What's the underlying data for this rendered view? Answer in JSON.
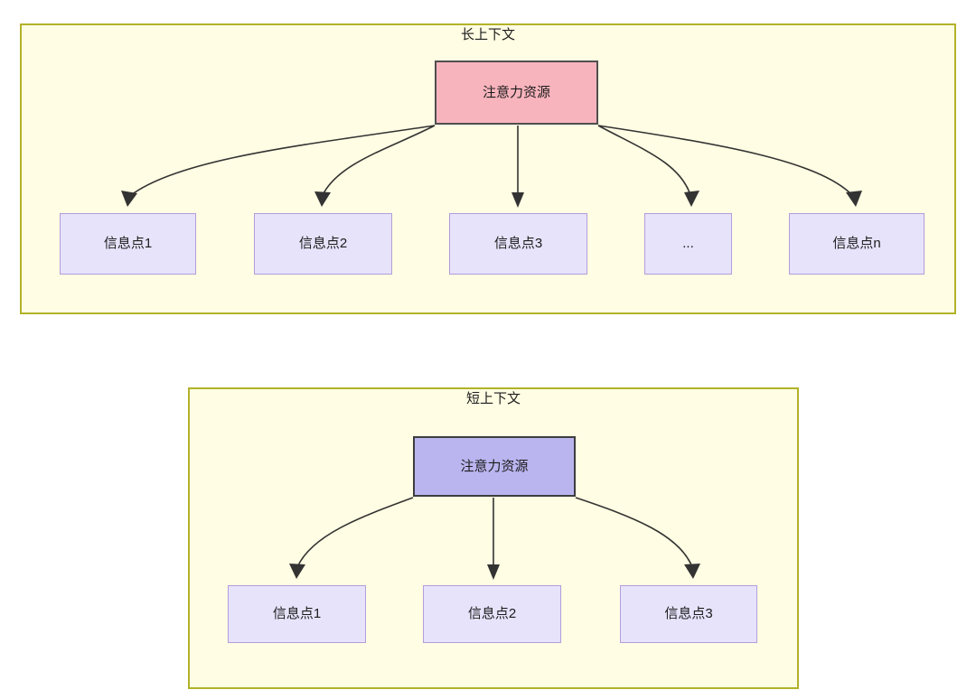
{
  "diagram": {
    "type": "flowchart",
    "background": "#ffffff",
    "palette": {
      "group_fill": "#fffde3",
      "group_border": "#b2b22a",
      "attention_long_fill": "#f8b4bd",
      "attention_long_border": "#4f4f4f",
      "attention_short_fill": "#bab5ef",
      "attention_short_border": "#3d3d3d",
      "info_fill": "#e7e3fb",
      "info_border": "#b39ddb",
      "edge_stroke": "#333333",
      "text_color": "#1c1c1c"
    },
    "groups": [
      {
        "id": "long-context",
        "title": "长上下文",
        "root": {
          "id": "attention-long",
          "label": "注意力资源"
        },
        "leaves": [
          {
            "id": "info-long-1",
            "label": "信息点1"
          },
          {
            "id": "info-long-2",
            "label": "信息点2"
          },
          {
            "id": "info-long-3",
            "label": "信息点3"
          },
          {
            "id": "info-long-ellipsis",
            "label": "..."
          },
          {
            "id": "info-long-n",
            "label": "信息点n"
          }
        ]
      },
      {
        "id": "short-context",
        "title": "短上下文",
        "root": {
          "id": "attention-short",
          "label": "注意力资源"
        },
        "leaves": [
          {
            "id": "info-short-1",
            "label": "信息点1"
          },
          {
            "id": "info-short-2",
            "label": "信息点2"
          },
          {
            "id": "info-short-3",
            "label": "信息点3"
          }
        ]
      }
    ]
  }
}
